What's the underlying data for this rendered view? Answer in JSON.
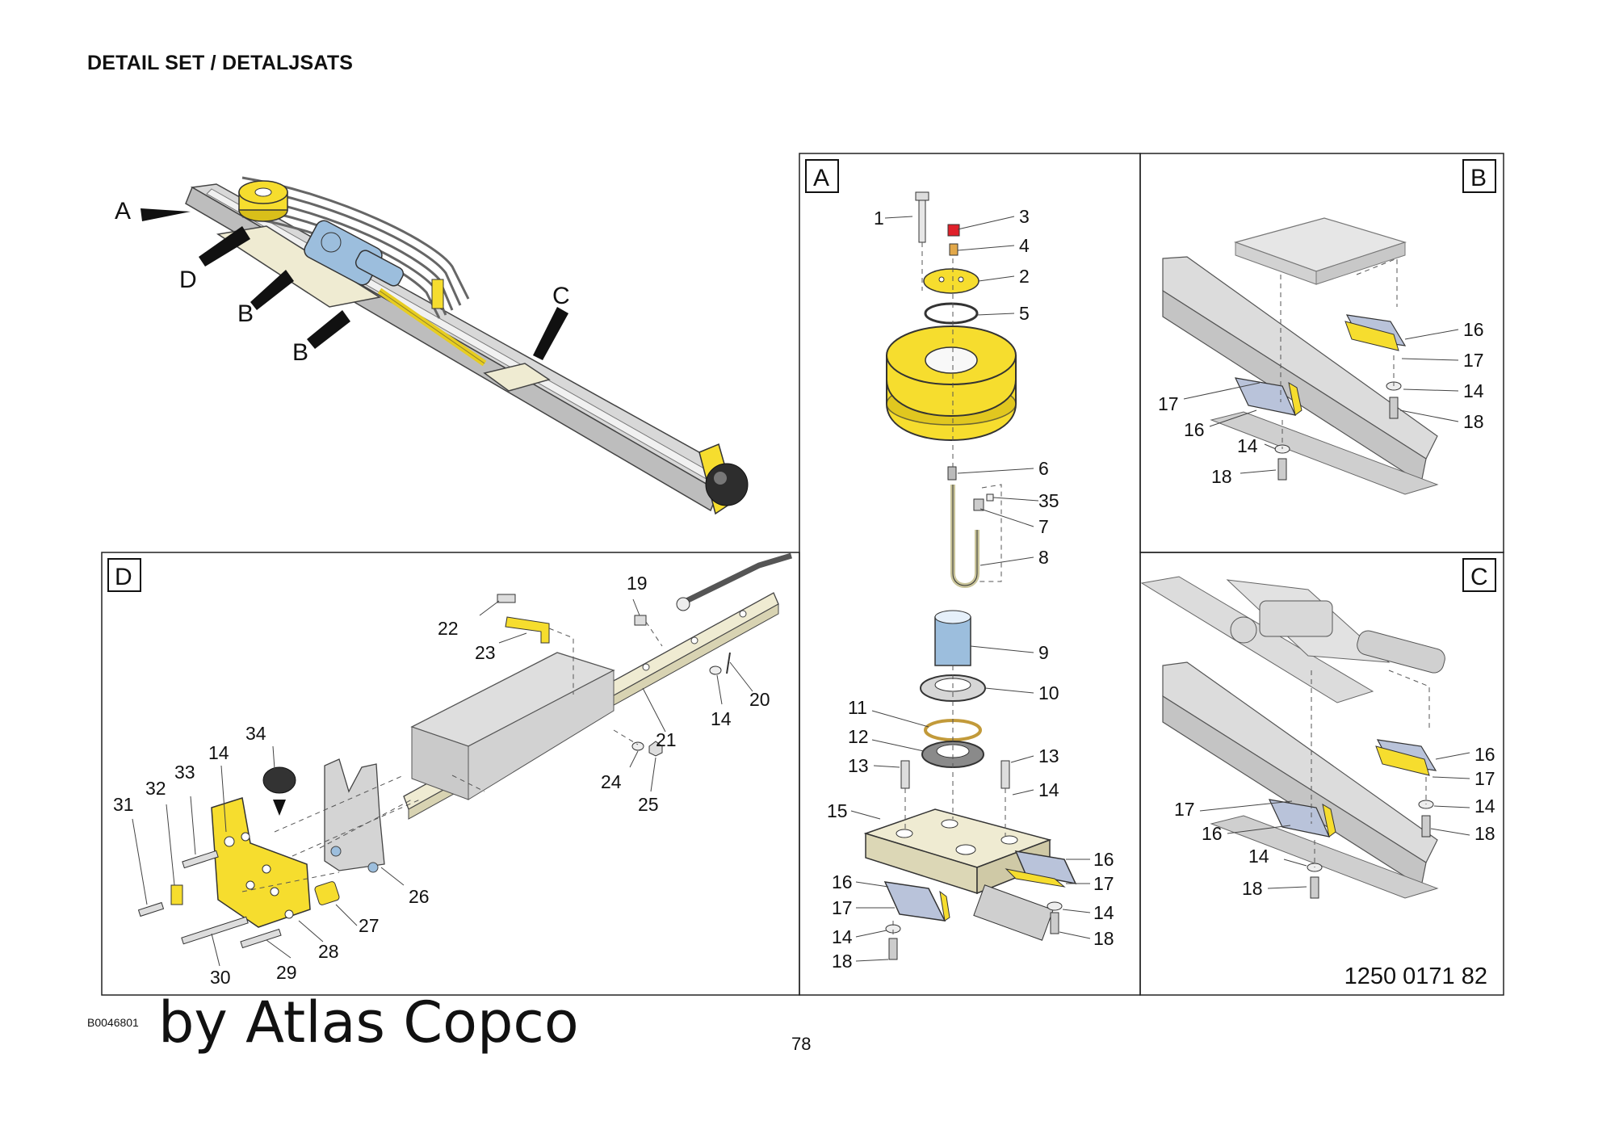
{
  "header": {
    "title": "DETAIL SET / DETALJSATS"
  },
  "overview": {
    "callouts": [
      "A",
      "D",
      "B",
      "B",
      "C"
    ]
  },
  "panels": {
    "A": {
      "letter": "A",
      "labels": [
        "1",
        "3",
        "4",
        "2",
        "5",
        "6",
        "35",
        "7",
        "8",
        "9",
        "10",
        "11",
        "12",
        "13",
        "13",
        "14",
        "15",
        "16",
        "17",
        "14",
        "18",
        "16",
        "17",
        "14",
        "18"
      ]
    },
    "B": {
      "letter": "B",
      "labels": [
        "16",
        "17",
        "14",
        "18",
        "17",
        "16",
        "14",
        "18"
      ]
    },
    "C": {
      "letter": "C",
      "labels": [
        "16",
        "17",
        "14",
        "18",
        "17",
        "16",
        "14",
        "18"
      ]
    },
    "D": {
      "letter": "D",
      "labels": [
        "19",
        "22",
        "23",
        "20",
        "14",
        "21",
        "34",
        "14",
        "33",
        "32",
        "31",
        "24",
        "25",
        "26",
        "27",
        "28",
        "29",
        "30"
      ]
    }
  },
  "drawing_number": "1250 0171 82",
  "footer": {
    "image_code": "B0046801",
    "brand": "by Atlas Copco",
    "page_number": "78"
  },
  "colors": {
    "yellow_part": "#f6dd2e",
    "blue_part": "#9cbedd",
    "grey_part": "#d9d9d9",
    "cream_part": "#efebd2",
    "red_part": "#e0202a"
  },
  "icons": [
    "pulley-icon",
    "hose-icon",
    "bolt-icon",
    "washer-icon"
  ]
}
